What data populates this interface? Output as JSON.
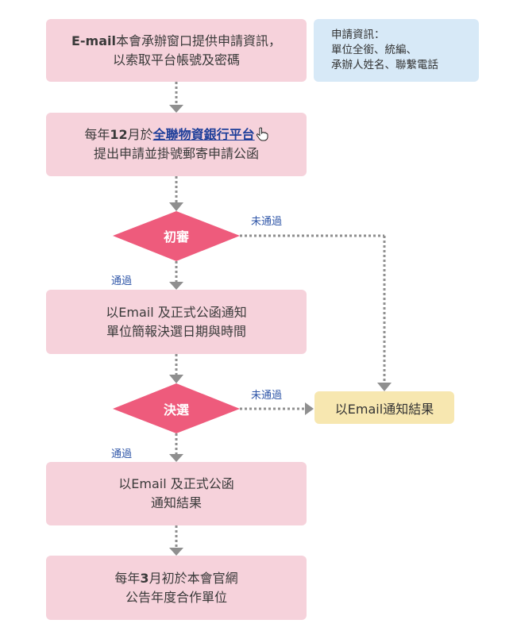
{
  "steps": {
    "request_info": {
      "line1_prefix": "E-mail",
      "line1_rest": "本會承辦窗口提供申請資訊，",
      "line2": "以索取平台帳號及密碼"
    },
    "apply": {
      "line1_prefix": "每年",
      "line1_month": "12",
      "line1_mid": "月於",
      "line1_link": "全聯物資銀行平台",
      "line2": "提出申請並掛號郵寄申請公函"
    },
    "notify_briefing": {
      "line1": "以Email 及正式公函通知",
      "line2": "單位簡報決選日期與時間"
    },
    "notify_result": {
      "line1": "以Email 及正式公函",
      "line2": "通知結果"
    },
    "announce": {
      "line1_prefix": "每年",
      "line1_month": "3",
      "line1_rest": "月初於本會官網",
      "line2": "公告年度合作單位"
    }
  },
  "note": {
    "line1": "申請資訊：",
    "line2": "單位全銜、統編、",
    "line3": "承辦人姓名、聯繫電話"
  },
  "decisions": {
    "initial": "初審",
    "final": "決選"
  },
  "edge_labels": {
    "pass_1": "通過",
    "fail_1": "未通過",
    "pass_2": "通過",
    "fail_2": "未通過"
  },
  "result_box": "以Email通知結果",
  "colors": {
    "box_pink": "#f6d2db",
    "diamond": "#ee5b7c",
    "note_blue": "#d7e9f7",
    "result_yellow": "#f7e7b0",
    "connector": "#8f8f8f",
    "edge_label": "#2f56a8",
    "link": "#1f3f9a"
  }
}
